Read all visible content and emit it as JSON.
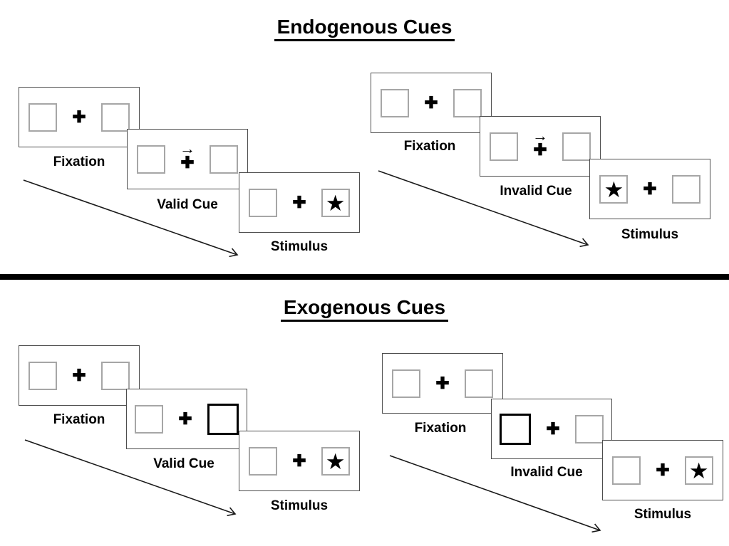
{
  "symbols": {
    "plus": "✚",
    "star": "★",
    "cue_arrow": "→"
  },
  "colors": {
    "background": "#ffffff",
    "panel_border": "#4d4d4d",
    "placeholder_box_border": "#a6a6a6",
    "highlight_box_border": "#000000",
    "text": "#000000",
    "divider": "#000000"
  },
  "sections": [
    {
      "title": "Endogenous Cues",
      "groups": [
        {
          "name": "valid",
          "panels": [
            {
              "label": "Fixation",
              "left_box": "empty",
              "center": "plus",
              "right_box": "empty"
            },
            {
              "label": "Valid Cue",
              "left_box": "empty",
              "center": "plus-with-right-arrow",
              "right_box": "empty"
            },
            {
              "label": "Stimulus",
              "left_box": "empty",
              "center": "plus",
              "right_box": "star"
            }
          ]
        },
        {
          "name": "invalid",
          "panels": [
            {
              "label": "Fixation",
              "left_box": "empty",
              "center": "plus",
              "right_box": "empty"
            },
            {
              "label": "Invalid Cue",
              "left_box": "empty",
              "center": "plus-with-right-arrow",
              "right_box": "empty"
            },
            {
              "label": "Stimulus",
              "left_box": "star",
              "center": "plus",
              "right_box": "empty"
            }
          ]
        }
      ]
    },
    {
      "title": "Exogenous Cues",
      "groups": [
        {
          "name": "valid",
          "panels": [
            {
              "label": "Fixation",
              "left_box": "empty",
              "center": "plus",
              "right_box": "empty"
            },
            {
              "label": "Valid Cue",
              "left_box": "empty",
              "center": "plus",
              "right_box": "highlighted"
            },
            {
              "label": "Stimulus",
              "left_box": "empty",
              "center": "plus",
              "right_box": "star"
            }
          ]
        },
        {
          "name": "invalid",
          "panels": [
            {
              "label": "Fixation",
              "left_box": "empty",
              "center": "plus",
              "right_box": "empty"
            },
            {
              "label": "Invalid Cue",
              "left_box": "highlighted",
              "center": "plus",
              "right_box": "empty"
            },
            {
              "label": "Stimulus",
              "left_box": "empty",
              "center": "plus",
              "right_box": "star"
            }
          ]
        }
      ]
    }
  ]
}
